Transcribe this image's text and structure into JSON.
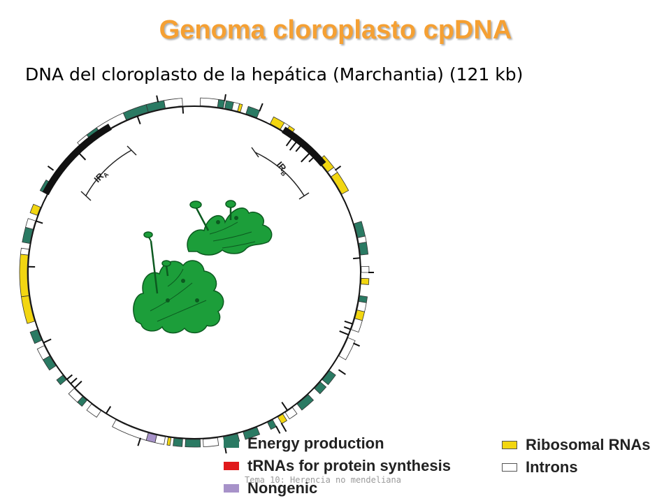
{
  "title": "Genoma cloroplasto cpDNA",
  "subtitle": "DNA del cloroplasto de la hepática (Marchantia) (121 kb)",
  "footer": "Tema 10: Herencia no mendeliana",
  "colors": {
    "title": "#f5a033",
    "energy_production": "#2a7a63",
    "trnas": "#e0191b",
    "nongenic": "#a792c9",
    "ribosomal_rnas": "#f2d611",
    "introns": "#ffffff",
    "plant": "#1c9e3a"
  },
  "chart_data": {
    "type": "diagram",
    "title": "DNA del cloroplasto de la hepática (Marchantia) (121 kb)",
    "genome_size": "121 kb",
    "inverted_repeats": [
      {
        "label_main": "IR",
        "label_sub": "A"
      },
      {
        "label_main": "IR",
        "label_sub": "B"
      }
    ],
    "legend": [
      {
        "key": "energy_production",
        "label": "Energy production"
      },
      {
        "key": "trnas",
        "label": "tRNAs for protein synthesis"
      },
      {
        "key": "nongenic",
        "label": "Nongenic"
      },
      {
        "key": "ribosomal_rnas",
        "label": "Ribosomal RNAs"
      },
      {
        "key": "introns",
        "label": "Introns"
      }
    ],
    "gene_blocks": [
      {
        "type": "introns",
        "start": 2,
        "end": 8
      },
      {
        "type": "energy_production",
        "start": 8,
        "end": 10
      },
      {
        "type": "energy_production",
        "start": 10.5,
        "end": 13
      },
      {
        "type": "introns",
        "start": 13,
        "end": 15
      },
      {
        "type": "ribosomal_rnas",
        "start": 15,
        "end": 16
      },
      {
        "type": "energy_production",
        "start": 18,
        "end": 22
      },
      {
        "type": "ribosomal_rnas",
        "start": 27,
        "end": 31
      },
      {
        "type": "introns",
        "start": 31,
        "end": 33
      },
      {
        "type": "ribosomal_rnas",
        "start": 33,
        "end": 35
      },
      {
        "type": "ribosomal_rnas",
        "start": 48,
        "end": 53
      },
      {
        "type": "introns",
        "start": 53,
        "end": 55
      },
      {
        "type": "ribosomal_rnas",
        "start": 55,
        "end": 62
      },
      {
        "type": "energy_production",
        "start": 73,
        "end": 78
      },
      {
        "type": "introns",
        "start": 78,
        "end": 80
      },
      {
        "type": "energy_production",
        "start": 80,
        "end": 84
      },
      {
        "type": "introns",
        "start": 88,
        "end": 90
      },
      {
        "type": "ribosomal_rnas",
        "start": 92,
        "end": 94
      },
      {
        "type": "energy_production",
        "start": 98,
        "end": 100
      },
      {
        "type": "introns",
        "start": 100,
        "end": 103
      },
      {
        "type": "ribosomal_rnas",
        "start": 103,
        "end": 106
      },
      {
        "type": "introns",
        "start": 106,
        "end": 110
      },
      {
        "type": "introns",
        "start": 113,
        "end": 120
      },
      {
        "type": "energy_production",
        "start": 126,
        "end": 130
      },
      {
        "type": "energy_production",
        "start": 131,
        "end": 134
      },
      {
        "type": "energy_production",
        "start": 137,
        "end": 142
      },
      {
        "type": "introns",
        "start": 144,
        "end": 147
      },
      {
        "type": "ribosomal_rnas",
        "start": 148,
        "end": 150
      },
      {
        "type": "energy_production",
        "start": 152,
        "end": 154
      },
      {
        "type": "energy_production",
        "start": 158,
        "end": 163
      },
      {
        "type": "energy_production",
        "start": 165,
        "end": 170
      },
      {
        "type": "introns",
        "start": 172,
        "end": 177
      },
      {
        "type": "energy_production",
        "start": 178,
        "end": 183
      },
      {
        "type": "energy_production",
        "start": 184,
        "end": 187
      },
      {
        "type": "ribosomal_rnas",
        "start": 188,
        "end": 189
      },
      {
        "type": "introns",
        "start": 190,
        "end": 193
      },
      {
        "type": "nongenic",
        "start": 193,
        "end": 196
      },
      {
        "type": "introns",
        "start": 196,
        "end": 208
      },
      {
        "type": "introns",
        "start": 214,
        "end": 218
      },
      {
        "type": "energy_production",
        "start": 220,
        "end": 222
      },
      {
        "type": "introns",
        "start": 222,
        "end": 226
      },
      {
        "type": "energy_production",
        "start": 230,
        "end": 232
      },
      {
        "type": "energy_production",
        "start": 236,
        "end": 240
      },
      {
        "type": "introns",
        "start": 240,
        "end": 244
      },
      {
        "type": "energy_production",
        "start": 246,
        "end": 250
      },
      {
        "type": "ribosomal_rnas",
        "start": 253,
        "end": 262
      },
      {
        "type": "ribosomal_rnas",
        "start": 262,
        "end": 276
      },
      {
        "type": "introns",
        "start": 276,
        "end": 278
      },
      {
        "type": "energy_production",
        "start": 280,
        "end": 285
      },
      {
        "type": "introns",
        "start": 285,
        "end": 288
      },
      {
        "type": "ribosomal_rnas",
        "start": 290,
        "end": 293
      },
      {
        "type": "energy_production",
        "start": 298,
        "end": 302
      },
      {
        "type": "introns",
        "start": 318,
        "end": 322
      },
      {
        "type": "energy_production",
        "start": 322,
        "end": 326
      },
      {
        "type": "introns",
        "start": 326,
        "end": 336
      },
      {
        "type": "energy_production",
        "start": 336,
        "end": 344
      },
      {
        "type": "energy_production",
        "start": 344,
        "end": 350
      },
      {
        "type": "introns",
        "start": 350,
        "end": 356
      }
    ],
    "ir_segments": [
      {
        "start": 32,
        "end": 50
      },
      {
        "start": 298,
        "end": 330
      }
    ],
    "tick_marks": [
      {
        "angle": 10,
        "side": "out",
        "len": 10
      },
      {
        "angle": 22,
        "side": "out",
        "len": 12
      },
      {
        "angle": 36,
        "side": "in",
        "len": 14
      },
      {
        "angle": 38,
        "side": "in",
        "len": 16
      },
      {
        "angle": 40,
        "side": "in",
        "len": 12
      },
      {
        "angle": 44,
        "side": "in",
        "len": 18
      },
      {
        "angle": 46,
        "side": "in",
        "len": 10
      },
      {
        "angle": 54,
        "side": "out",
        "len": 10
      },
      {
        "angle": 85,
        "side": "in",
        "len": 10
      },
      {
        "angle": 90,
        "side": "out",
        "len": 8
      },
      {
        "angle": 108,
        "side": "in",
        "len": 12
      },
      {
        "angle": 110,
        "side": "in",
        "len": 10
      },
      {
        "angle": 112,
        "side": "in",
        "len": 14
      },
      {
        "angle": 114,
        "side": "out",
        "len": 10
      },
      {
        "angle": 124,
        "side": "out",
        "len": 12
      },
      {
        "angle": 146,
        "side": "in",
        "len": 14
      },
      {
        "angle": 150,
        "side": "out",
        "len": 14
      },
      {
        "angle": 152,
        "side": "out",
        "len": 12
      },
      {
        "angle": 170,
        "side": "out",
        "len": 14
      },
      {
        "angle": 198,
        "side": "out",
        "len": 12
      },
      {
        "angle": 212,
        "side": "in",
        "len": 12
      },
      {
        "angle": 226,
        "side": "in",
        "len": 14
      },
      {
        "angle": 228,
        "side": "in",
        "len": 12
      },
      {
        "angle": 230,
        "side": "in",
        "len": 10
      },
      {
        "angle": 245,
        "side": "in",
        "len": 12
      },
      {
        "angle": 272,
        "side": "in",
        "len": 10
      },
      {
        "angle": 288,
        "side": "in",
        "len": 10
      },
      {
        "angle": 306,
        "side": "out",
        "len": 10
      },
      {
        "angle": 316,
        "side": "in",
        "len": 14
      },
      {
        "angle": 340,
        "side": "in",
        "len": 12
      },
      {
        "angle": 348,
        "side": "out",
        "len": 10
      },
      {
        "angle": 356,
        "side": "in",
        "len": 10
      }
    ]
  }
}
